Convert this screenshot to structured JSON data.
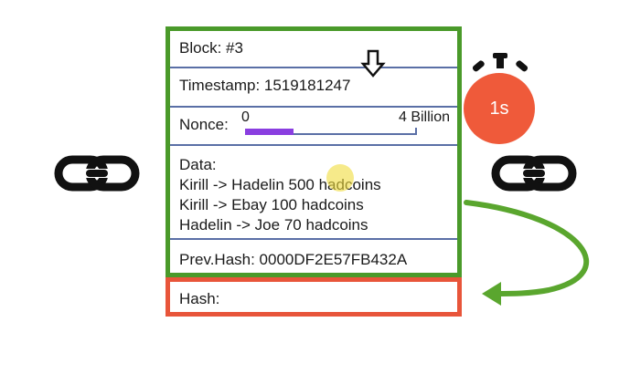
{
  "block": {
    "title": "Block: #3",
    "timestamp": "Timestamp: 1519181247",
    "nonce_label": "Nonce:",
    "nonce_min": "0",
    "nonce_max": "4 Billion",
    "nonce_progress": 0.28,
    "data_label": "Data:",
    "data_lines": [
      "Kirill -> Hadelin 500 hadcoins",
      "Kirill -> Ebay 100 hadcoins",
      "Hadelin -> Joe 70 hadcoins"
    ],
    "prev_hash": "Prev.Hash:   0000DF2E57FB432A"
  },
  "hash": {
    "label": "Hash:"
  },
  "timer": {
    "label": "1s"
  },
  "icons": [
    "chain-link-icon",
    "chain-link-icon",
    "stopwatch-icon",
    "down-arrow-icon",
    "curved-arrow-icon"
  ],
  "colors": {
    "block_border": "#4a9a2a",
    "hash_border": "#e8553a",
    "row_divider": "#5a6fa6",
    "nonce_fill": "#8a3ee0",
    "timer": "#ef5a3a",
    "arrow": "#5aa62e"
  }
}
